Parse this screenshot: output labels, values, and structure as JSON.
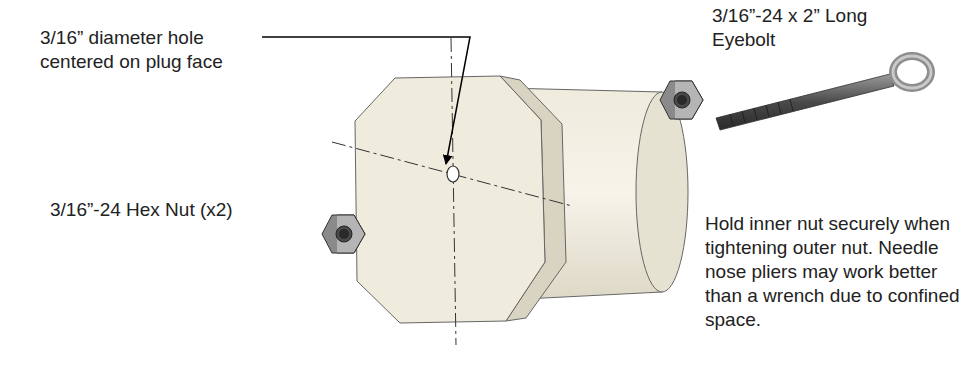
{
  "diagram": {
    "labels": [
      "3/16” diameter hole centered on plug face",
      "3/16”-24 x 2” Long Eyebolt",
      "3/16”-24 Hex Nut (x2)",
      "Hold inner nut securely when tightening outer nut. Needle nose pliers may work better than a wrench due to confined space."
    ]
  }
}
